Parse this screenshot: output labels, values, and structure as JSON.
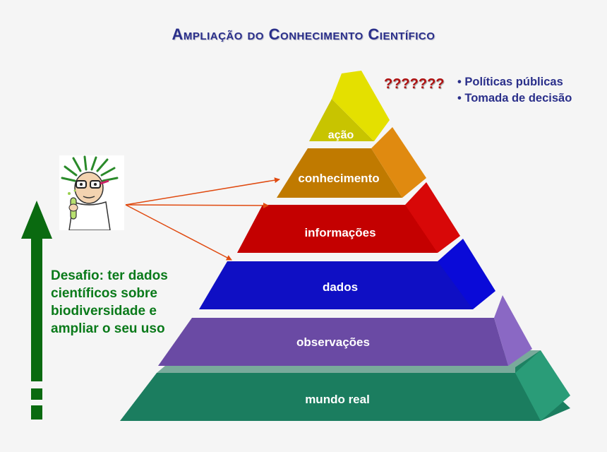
{
  "title": "Ampliação do Conhecimento Científico",
  "question_marks": "???????",
  "outcomes": [
    "• Políticas públicas",
    "• Tomada de decisão"
  ],
  "challenge": [
    "Desafio: ter dados",
    "científicos sobre",
    "biodiversidade e",
    "ampliar o seu uso"
  ],
  "pyramid": {
    "layers": [
      {
        "label": "ação",
        "color": "#d8d400"
      },
      {
        "label": "conhecimento",
        "color": "#c87e00"
      },
      {
        "label": "informações",
        "color": "#c80000"
      },
      {
        "label": "dados",
        "color": "#1010c8"
      },
      {
        "label": "observações",
        "color": "#6e4fa8"
      },
      {
        "label": "mundo real",
        "color": "#1e8a6a"
      }
    ]
  },
  "colors": {
    "title": "#2a2f8a",
    "question": "#b01010",
    "challenge": "#0a7a1a",
    "arrow": "#e04a10",
    "up_arrow": "#0a6a10"
  }
}
